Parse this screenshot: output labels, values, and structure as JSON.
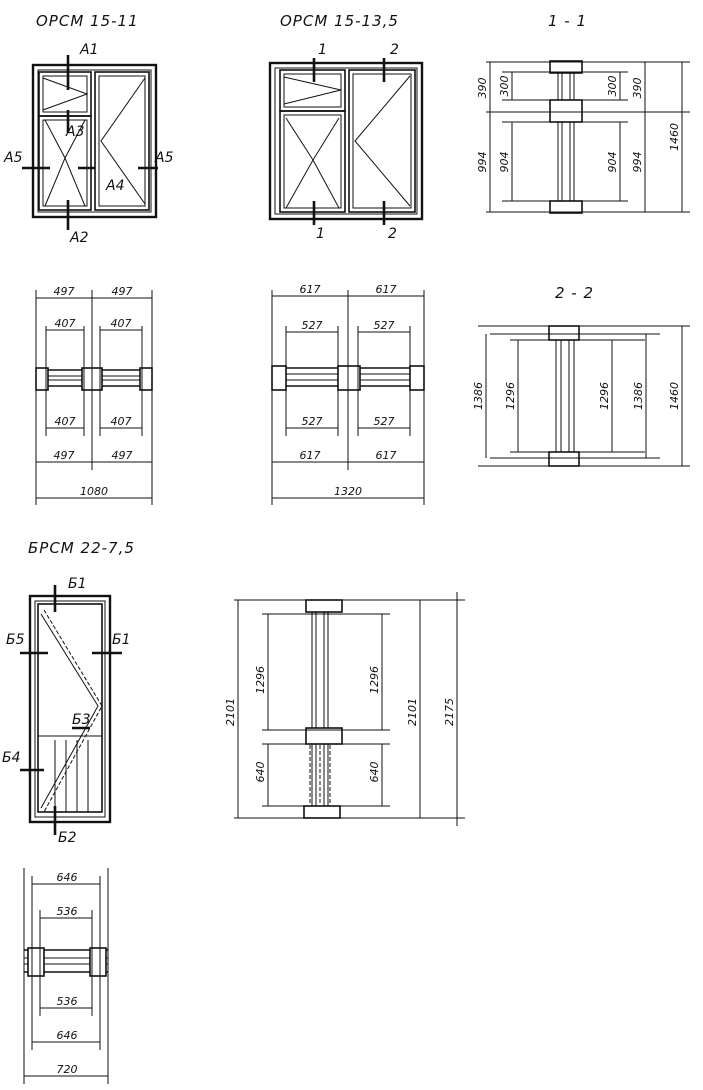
{
  "titles": {
    "orsm_15_11": "ОРСМ 15-11",
    "orsm_15_13_5": "ОРСМ 15-13,5",
    "section_1_1": "1 - 1",
    "section_2_2": "2 - 2",
    "brsm_22_7_5": "БРСМ 22-7,5"
  },
  "section_marks": {
    "a1": "А1",
    "a2": "А2",
    "a3": "А3",
    "a4": "А4",
    "a5": "А5",
    "n1": "1",
    "n2": "2",
    "b1": "Б1",
    "b2": "Б2",
    "b3": "Б3",
    "b4": "Б4",
    "b5": "Б5"
  },
  "dims": {
    "s11": {
      "top_outer": "390",
      "top_inner": "300",
      "bottom_inner": "904",
      "bottom_outer": "994",
      "total": "1460"
    },
    "s22": {
      "outer": "1386",
      "inner": "1296",
      "total": "1460"
    },
    "orsm_15_11_plan": {
      "leaf_outer": "497",
      "leaf_inner": "407",
      "total": "1080"
    },
    "orsm_15_13_5_plan": {
      "leaf_outer": "617",
      "leaf_inner": "527",
      "total": "1320"
    },
    "door_section": {
      "upper_glass": "1296",
      "lower_panel": "640",
      "height": "2101",
      "total": "2175"
    },
    "door_plan": {
      "outer": "646",
      "inner": "536",
      "total": "720"
    }
  }
}
